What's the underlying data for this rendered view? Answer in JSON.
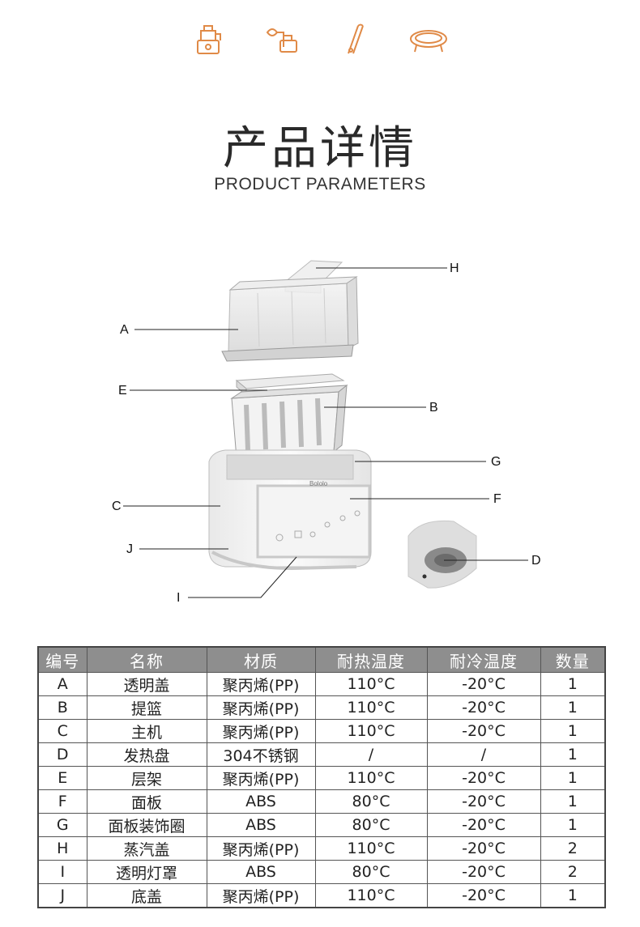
{
  "header": {
    "icons": [
      "bottle-warmer-icon",
      "breast-pump-icon",
      "tongs-icon",
      "baby-bathtub-icon"
    ],
    "accent_color": "#e08a47",
    "title_cn": "产品详情",
    "title_en": "PRODUCT PARAMETERS"
  },
  "diagram": {
    "brand_text": "Bololo",
    "callouts": {
      "A": "A",
      "B": "B",
      "C": "C",
      "D": "D",
      "E": "E",
      "F": "F",
      "G": "G",
      "H": "H",
      "I": "I",
      "J": "J"
    }
  },
  "table": {
    "header_bg": "#8e8e8e",
    "headers": [
      "编号",
      "名称",
      "材质",
      "耐热温度",
      "耐冷温度",
      "数量"
    ],
    "rows": [
      [
        "A",
        "透明盖",
        "聚丙烯(PP)",
        "110°C",
        "-20°C",
        "1"
      ],
      [
        "B",
        "提篮",
        "聚丙烯(PP)",
        "110°C",
        "-20°C",
        "1"
      ],
      [
        "C",
        "主机",
        "聚丙烯(PP)",
        "110°C",
        "-20°C",
        "1"
      ],
      [
        "D",
        "发热盘",
        "304不锈钢",
        "/",
        "/",
        "1"
      ],
      [
        "E",
        "层架",
        "聚丙烯(PP)",
        "110°C",
        "-20°C",
        "1"
      ],
      [
        "F",
        "面板",
        "ABS",
        "80°C",
        "-20°C",
        "1"
      ],
      [
        "G",
        "面板装饰圈",
        "ABS",
        "80°C",
        "-20°C",
        "1"
      ],
      [
        "H",
        "蒸汽盖",
        "聚丙烯(PP)",
        "110°C",
        "-20°C",
        "2"
      ],
      [
        "I",
        "透明灯罩",
        "ABS",
        "80°C",
        "-20°C",
        "2"
      ],
      [
        "J",
        "底盖",
        "聚丙烯(PP)",
        "110°C",
        "-20°C",
        "1"
      ]
    ]
  }
}
